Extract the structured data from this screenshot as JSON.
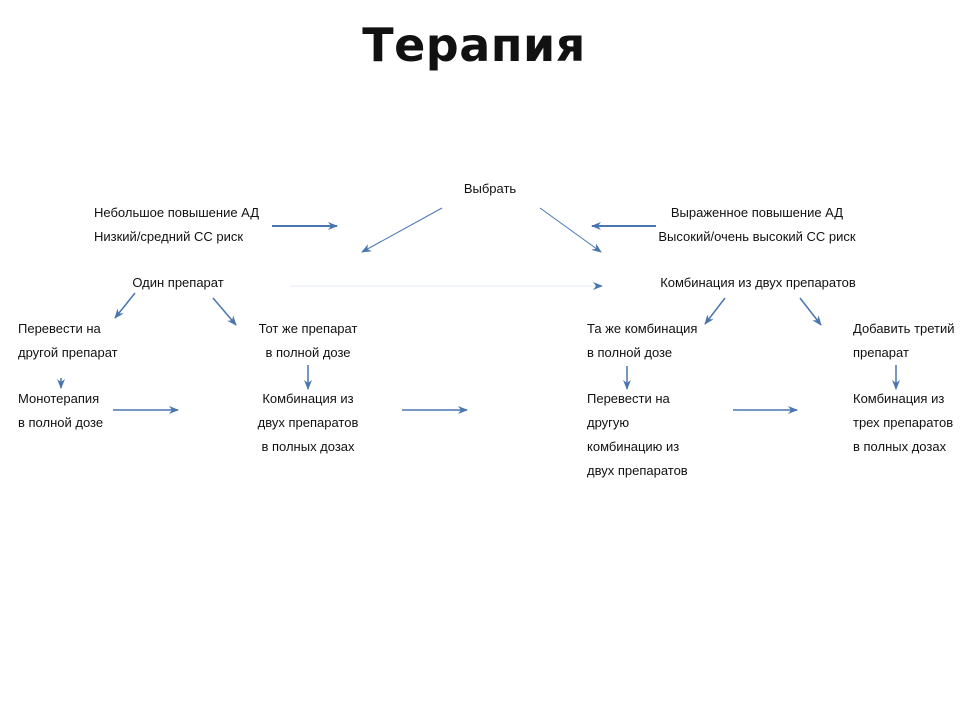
{
  "title": "Терапия",
  "arrow_color": "#4a76b0",
  "nodes": {
    "choose": [
      "Выбрать"
    ],
    "mild": [
      "Небольшое повышение АД",
      "Низкий/средний СС риск"
    ],
    "severe": [
      "Выраженное повышение АД",
      "Высокий/очень высокий СС риск"
    ],
    "one_drug": [
      "Один препарат"
    ],
    "two_combo": [
      "Комбинация из двух препаратов"
    ],
    "switch_drug": [
      "Перевести на",
      "другой препарат"
    ],
    "same_drug": [
      "Тот же препарат",
      "в полной дозе"
    ],
    "same_combo": [
      "Та же комбинация",
      "в полной дозе"
    ],
    "add_third": [
      "Добавить третий",
      "препарат"
    ],
    "mono_full": [
      "Монотерапия",
      "в полной дозе"
    ],
    "two_full": [
      "Комбинация из",
      "двух препаратов",
      "в полных дозах"
    ],
    "switch_combo": [
      "Перевести на",
      "другую",
      "комбинацию из",
      "двух препаратов"
    ],
    "three_full": [
      "Комбинация из",
      "трех препаратов",
      "в полных дозах"
    ]
  }
}
